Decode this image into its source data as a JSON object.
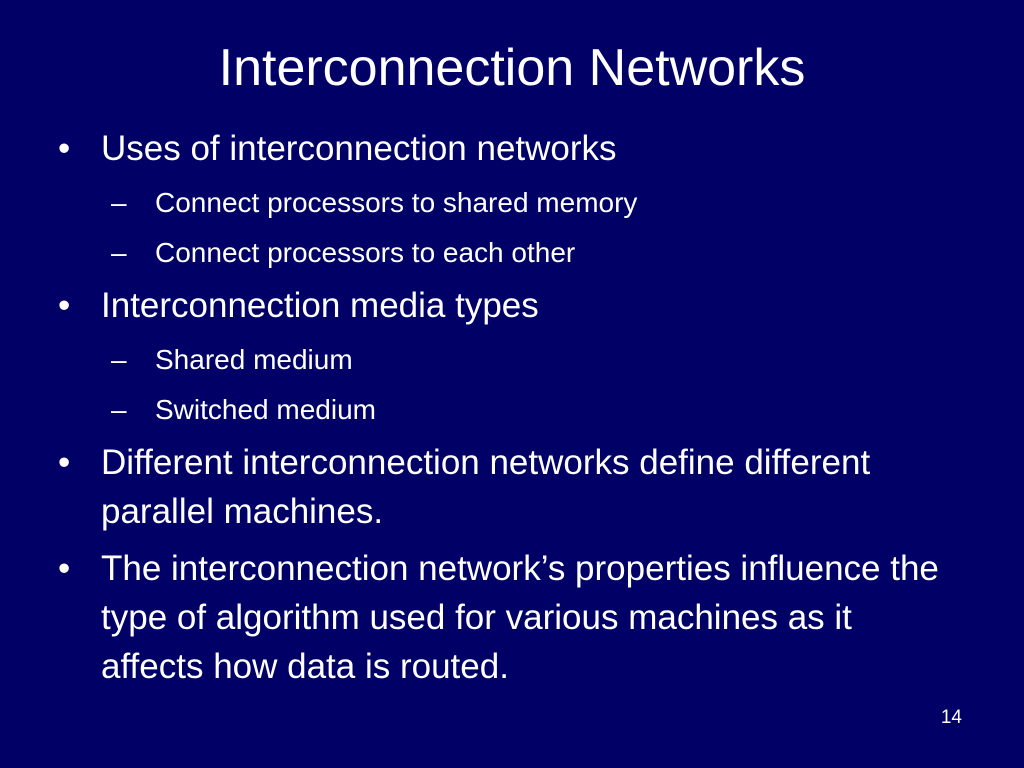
{
  "slide": {
    "title": "Interconnection Networks",
    "bullet_marker": "•",
    "sub_marker": "–",
    "bullets": [
      {
        "text": "Uses of interconnection networks",
        "subs": [
          "Connect processors to shared memory",
          "Connect processors to each other"
        ]
      },
      {
        "text": "Interconnection media types",
        "subs": [
          "Shared medium",
          "Switched medium"
        ]
      },
      {
        "text": "Different interconnection networks define different parallel machines.",
        "subs": []
      },
      {
        "text": "The interconnection network’s properties influence the type of algorithm used for various machines as it affects how data is routed.",
        "subs": []
      }
    ],
    "page_number": "14"
  },
  "colors": {
    "background": "#000066",
    "text": "#ffffff"
  }
}
